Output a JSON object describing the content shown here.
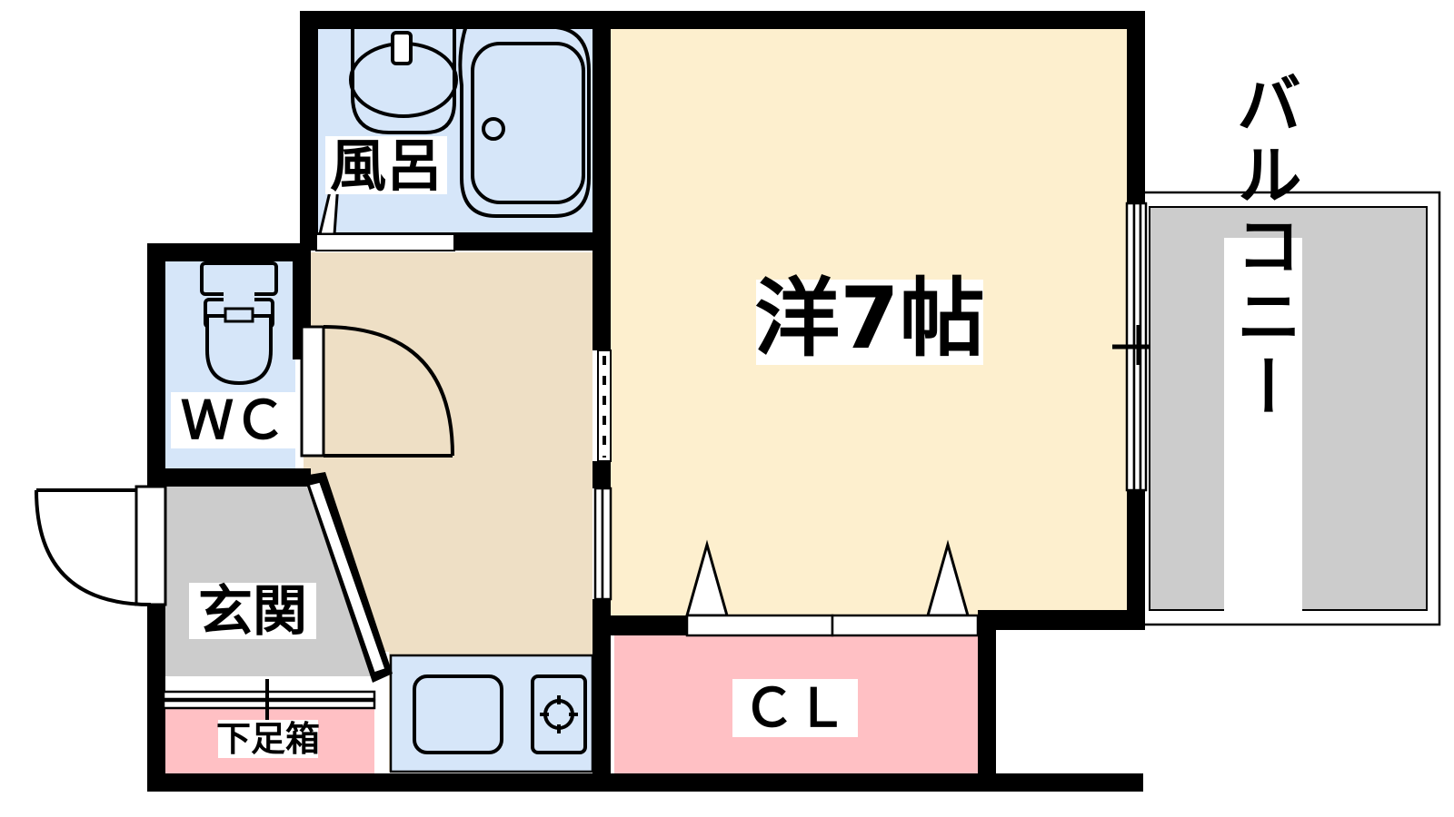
{
  "plan": {
    "title": "間取図",
    "type": "apartment-floor-plan",
    "colors": {
      "wall": "#000000",
      "main_room_fill": "#FDEFCE",
      "hall_fill": "#EEDFC5",
      "water_fill": "#D6E6F9",
      "storage_fill": "#FFC0C4",
      "entrance_fill": "#CCCCCC",
      "balcony_fill": "#CCCCCC",
      "label_bg": "#FFFFFF",
      "line": "#000000"
    }
  },
  "rooms": [
    {
      "id": "main-room",
      "label": "洋7帖",
      "kind": "western-room",
      "size_jo": 7,
      "fill": "#FDEFCE"
    },
    {
      "id": "bath",
      "label": "風呂",
      "kind": "bathroom",
      "fill": "#D6E6F9"
    },
    {
      "id": "wc",
      "label": "ＷＣ",
      "kind": "toilet",
      "fill": "#D6E6F9"
    },
    {
      "id": "entrance",
      "label": "玄関",
      "kind": "entrance",
      "fill": "#CCCCCC"
    },
    {
      "id": "shoe-box",
      "label": "下足箱",
      "kind": "shoe-cabinet",
      "fill": "#FFC0C4"
    },
    {
      "id": "closet",
      "label": "ＣＬ",
      "kind": "closet",
      "fill": "#FFC0C4"
    },
    {
      "id": "balcony",
      "label": "バルコニー",
      "kind": "balcony",
      "fill": "#CCCCCC",
      "orientation": "vertical"
    },
    {
      "id": "hall-kitchen",
      "label": "",
      "kind": "hall-kitchen",
      "fill": "#EEDFC5"
    }
  ],
  "fixtures": [
    {
      "id": "washbasin",
      "name": "washbasin-icon",
      "room": "bath"
    },
    {
      "id": "bathtub",
      "name": "bathtub-icon",
      "room": "bath"
    },
    {
      "id": "toilet",
      "name": "toilet-icon",
      "room": "wc"
    },
    {
      "id": "kitchen-sink",
      "name": "kitchen-sink-icon",
      "room": "hall-kitchen"
    },
    {
      "id": "stove-burner",
      "name": "stove-burner-icon",
      "room": "hall-kitchen"
    }
  ],
  "openings": [
    {
      "id": "entrance-door",
      "name": "entrance-door",
      "type": "hinged-door"
    },
    {
      "id": "wc-door",
      "name": "wc-door",
      "type": "hinged-door"
    },
    {
      "id": "bath-door",
      "name": "bath-door",
      "type": "folding-door"
    },
    {
      "id": "hall-room-door",
      "name": "hall-to-room-door",
      "type": "sliding-door"
    },
    {
      "id": "balcony-door",
      "name": "balcony-sliding-door",
      "type": "sliding-glass-door"
    },
    {
      "id": "closet-doors",
      "name": "closet-folding-doors",
      "type": "folding-door"
    },
    {
      "id": "shoebox-door",
      "name": "shoe-box-sliding-door",
      "type": "sliding-door"
    }
  ]
}
